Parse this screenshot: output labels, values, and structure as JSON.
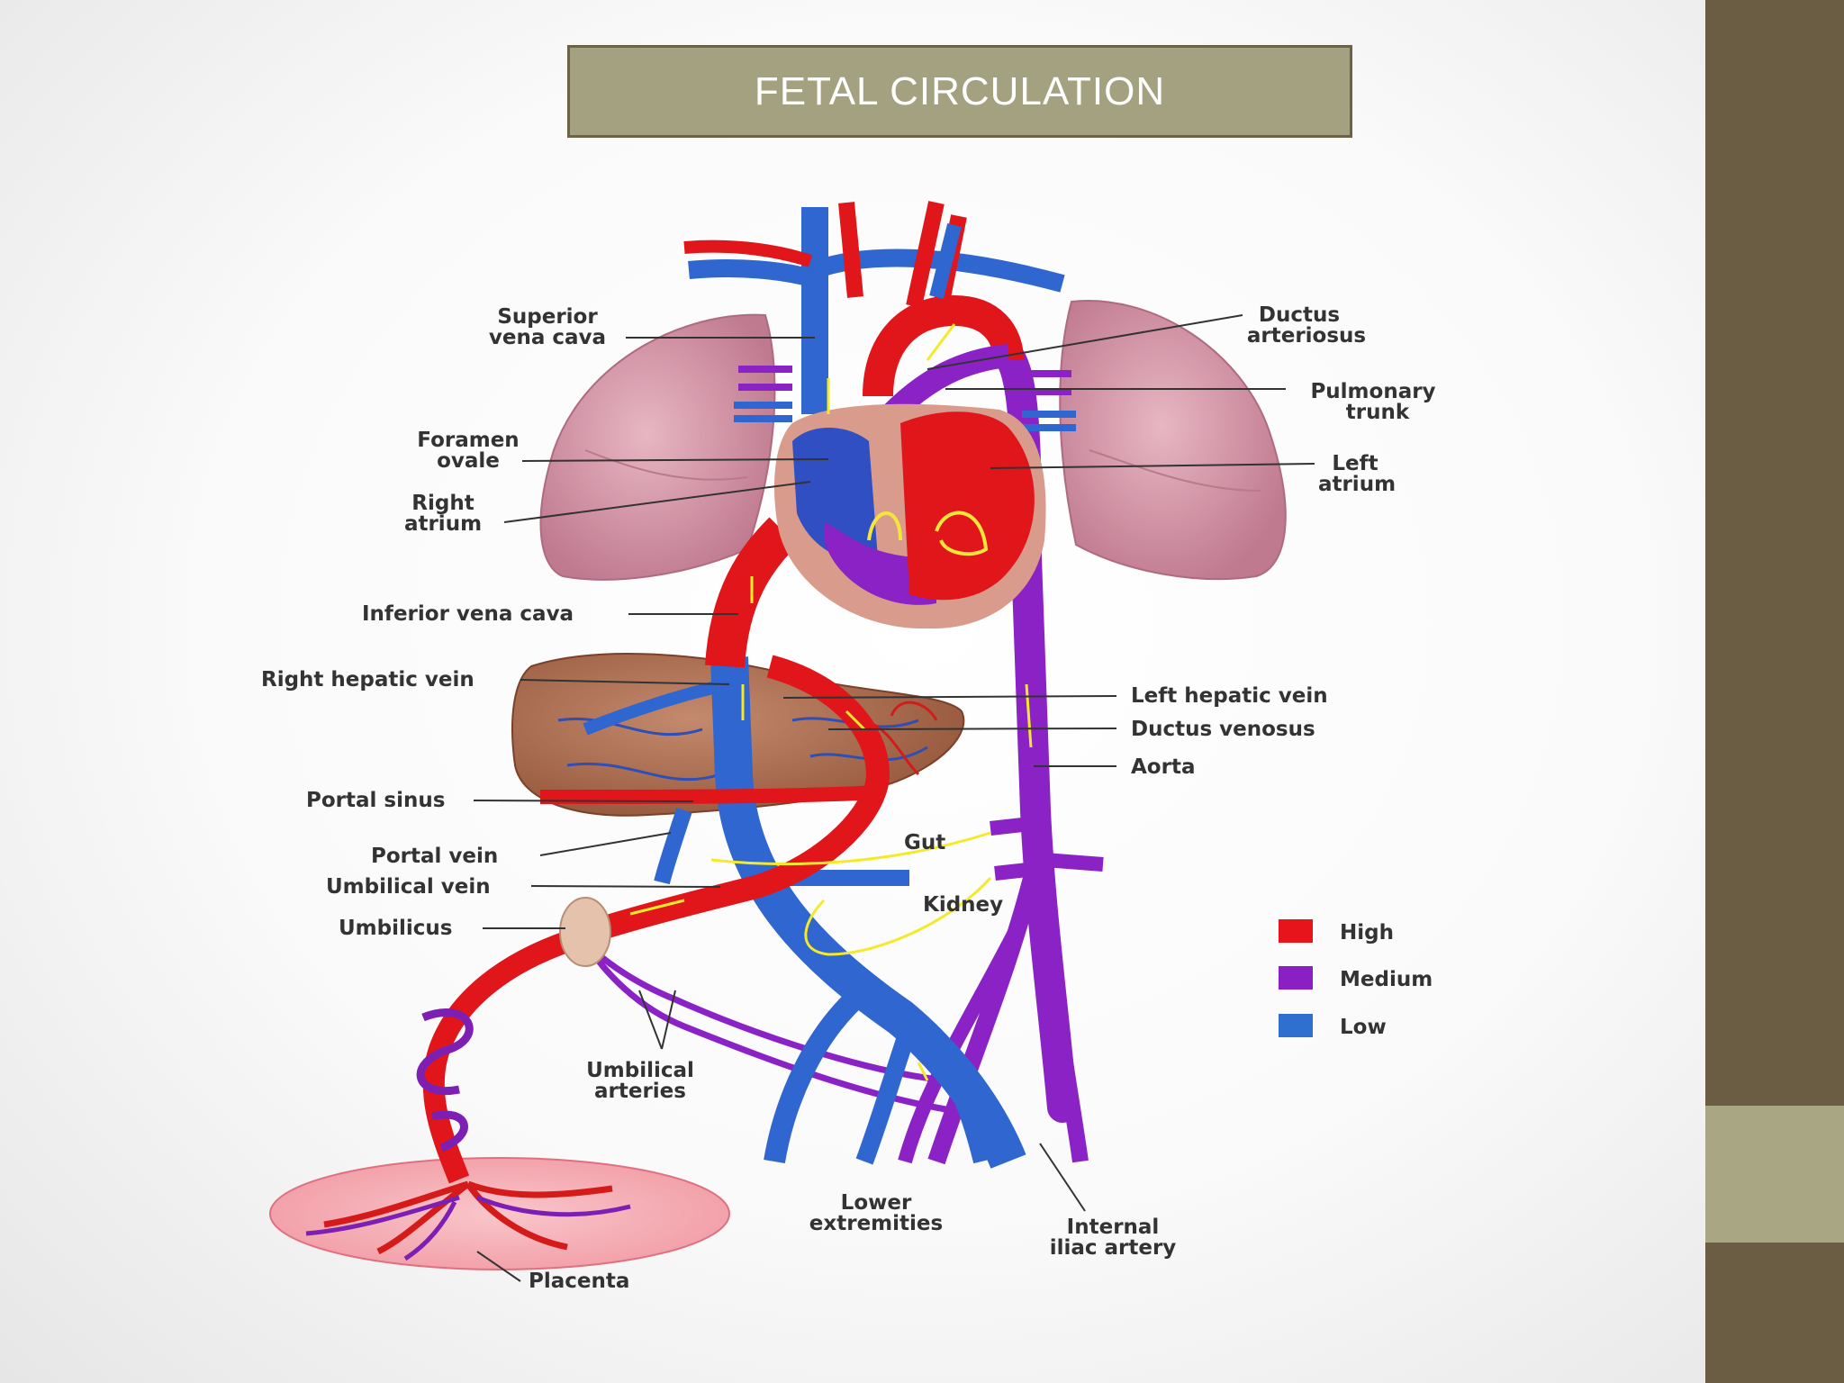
{
  "slide": {
    "title": "FETAL CIRCULATION",
    "colors": {
      "sidebar_dark": "#6b5d44",
      "sidebar_light": "#a9a684",
      "title_bg": "#a3a17f"
    }
  },
  "diagram": {
    "labels": {
      "superior_vena_cava": [
        "Superior",
        "vena cava"
      ],
      "ductus_arteriosus": [
        "Ductus",
        "arteriosus"
      ],
      "pulmonary_trunk": [
        "Pulmonary",
        "trunk"
      ],
      "foramen_ovale": [
        "Foramen",
        "ovale"
      ],
      "left_atrium": [
        "Left",
        "atrium"
      ],
      "right_atrium": [
        "Right",
        "atrium"
      ],
      "inferior_vena_cava": "Inferior vena cava",
      "right_hepatic_vein": "Right hepatic vein",
      "left_hepatic_vein": "Left hepatic vein",
      "ductus_venosus": "Ductus venosus",
      "aorta": "Aorta",
      "portal_sinus": "Portal sinus",
      "gut": "Gut",
      "portal_vein": "Portal vein",
      "umbilical_vein": "Umbilical vein",
      "kidney": "Kidney",
      "umbilicus": "Umbilicus",
      "umbilical_arteries": [
        "Umbilical",
        "arteries"
      ],
      "lower_extremities": [
        "Lower",
        "extremities"
      ],
      "internal_iliac_artery": [
        "Internal",
        "iliac artery"
      ],
      "placenta": "Placenta"
    },
    "legend": [
      {
        "label": "High",
        "color": "#e8141b"
      },
      {
        "label": "Medium",
        "color": "#8a1fc4"
      },
      {
        "label": "Low",
        "color": "#2f6fd0"
      }
    ]
  }
}
